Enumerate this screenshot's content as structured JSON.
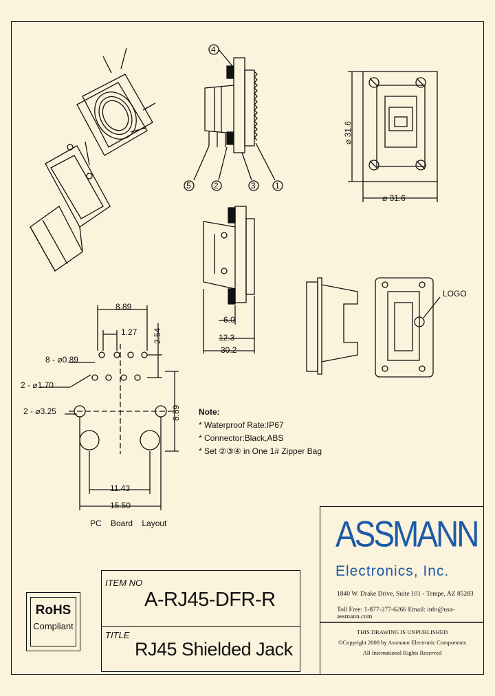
{
  "perspective_view": {},
  "side_view": {
    "callouts": [
      "4",
      "5",
      "2",
      "3",
      "1"
    ]
  },
  "front_view": {
    "dim_height": "31.6",
    "dim_width": "31.6",
    "dia_symbol": "⌀"
  },
  "section_view": {
    "dims": [
      "6.0",
      "12.3",
      "30.2"
    ]
  },
  "rear_view": {
    "logo_label": "LOGO"
  },
  "pcb_layout": {
    "dims_top": [
      "8.89",
      "1.27",
      "2.54"
    ],
    "hole_labels": [
      "8 - ⌀0.89",
      "2 - ⌀1.70",
      "2 - ⌀3.25"
    ],
    "dim_right": "8.89",
    "dims_bottom": [
      "11.43",
      "15.50"
    ],
    "caption": "PC Board Layout"
  },
  "notes": {
    "heading": "Note:",
    "items": [
      "* Waterproof Rate:IP67",
      "* Connector:Black,ABS",
      "* Set ②③④ in One 1# Zipper Bag"
    ]
  },
  "rohs": {
    "title": "RoHS",
    "subtitle": "Compliant"
  },
  "title_block": {
    "item_label": "ITEM NO",
    "item_value": "A-RJ45-DFR-R",
    "title_label": "TITLE",
    "title_value": "RJ45 Shielded Jack"
  },
  "company": {
    "name": "ASSMANN",
    "subname": "Electronics, Inc.",
    "address": "1840 W. Drake Drive, Suite 101 - Tempe, AZ 85283",
    "contact": "Toll Free: 1-877-277-6266   Email: info@usa-assmann.com",
    "copyright": [
      "THIS DRAWING IS UNPUBLISHED",
      "©Copyright 2008 by Assmann Electronic Components",
      "All International Rights Reserved"
    ],
    "brand_color": "#1d5aa8"
  }
}
